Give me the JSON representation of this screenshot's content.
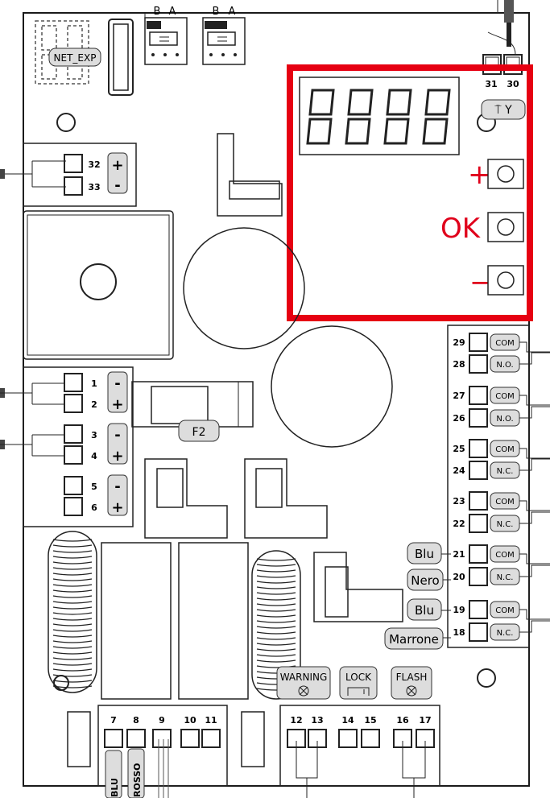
{
  "header_jumpers": {
    "left_b": "B",
    "left_a": "A",
    "right_b": "B",
    "right_a": "A"
  },
  "net_exp": "NET_EXP",
  "top_right_terms": [
    "31",
    "30"
  ],
  "aerial_symbol": "⍑ Y",
  "display": {
    "digits": [
      "8",
      "8",
      "8",
      "8"
    ]
  },
  "buttons": {
    "plus": "+",
    "ok": "OK",
    "minus": "−"
  },
  "left_top_terms": {
    "t32": "32",
    "t33": "33",
    "plus": "+",
    "minus": "-"
  },
  "left_terms": [
    {
      "n": "1",
      "sign": "-"
    },
    {
      "n": "2",
      "sign": "+"
    },
    {
      "n": "3",
      "sign": "-"
    },
    {
      "n": "4",
      "sign": "+"
    },
    {
      "n": "5",
      "sign": "-"
    },
    {
      "n": "6",
      "sign": "+"
    }
  ],
  "fuse": "F2",
  "right_terms": [
    {
      "n": "29",
      "label": "COM"
    },
    {
      "n": "28",
      "label": "N.O."
    },
    {
      "n": "27",
      "label": "COM"
    },
    {
      "n": "26",
      "label": "N.O."
    },
    {
      "n": "25",
      "label": "COM"
    },
    {
      "n": "24",
      "label": "N.C."
    },
    {
      "n": "23",
      "label": "COM"
    },
    {
      "n": "22",
      "label": "N.C."
    },
    {
      "n": "21",
      "label": "COM"
    },
    {
      "n": "20",
      "label": "N.C."
    },
    {
      "n": "19",
      "label": "COM"
    },
    {
      "n": "18",
      "label": "N.C."
    }
  ],
  "wire_labels": {
    "t21": "Blu",
    "t20": "Nero",
    "t19": "Blu",
    "t18": "Marrone"
  },
  "outputs": {
    "warning": "WARNING",
    "lock": "LOCK",
    "flash": "FLASH"
  },
  "bottom_terms": [
    "7",
    "8",
    "9",
    "10",
    "11",
    "12",
    "13",
    "14",
    "15",
    "16",
    "17"
  ],
  "bottom_wires": {
    "blu": "BLU",
    "rosso": "ROSSO"
  }
}
